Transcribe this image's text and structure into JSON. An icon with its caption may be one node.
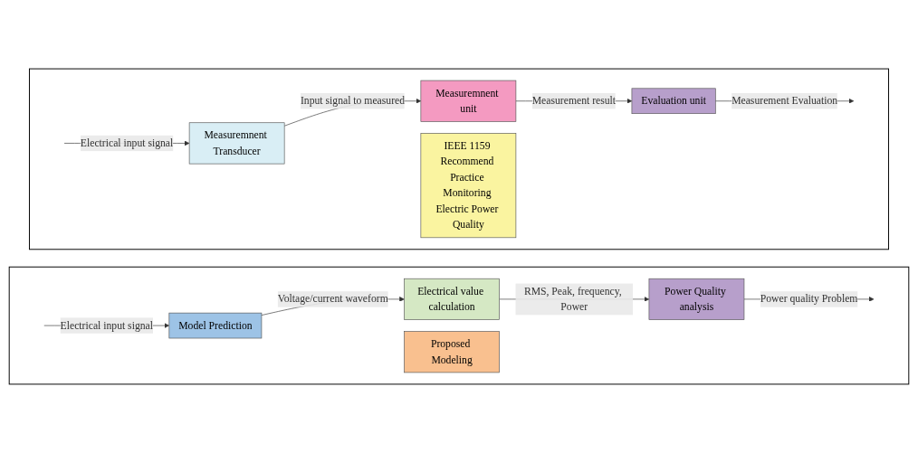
{
  "diagram": {
    "nodes": [
      {
        "text": [],
        "shape": "box"
      },
      {
        "text": [
          "Measuremnent Transducer"
        ],
        "in": 0
      },
      {
        "text": [
          "Measuremnent unit"
        ],
        "in": 0
      },
      {
        "text": [
          "Evaluation unit"
        ],
        "in": 0
      },
      {
        "text": [
          "IEEE 1159 Recommend Practice Monitoring Electric Power Quality"
        ],
        "in": 0
      },
      {
        "text": [],
        "shape": "box"
      },
      {
        "text": [
          "Model Prediction"
        ],
        "in": 5
      },
      {
        "text": [
          "Electrical value calculation"
        ],
        "in": 5
      },
      {
        "text": [
          "Power Quality analysis"
        ],
        "in": 5
      },
      {
        "text": [
          "Proposed Modeling"
        ],
        "in": 5
      }
    ],
    "edges": [
      {
        "from": null,
        "to": 1,
        "arrow": "to",
        "label": "Electrical input signal"
      },
      {
        "from": 1,
        "to": 2,
        "arrow": "to",
        "label": "Input signal to measured"
      },
      {
        "from": 2,
        "to": 3,
        "arrow": "to",
        "label": "Measurement result"
      },
      {
        "from": 3,
        "to": null,
        "arrow": "to",
        "label": "Measurement Evaluation"
      },
      {
        "from": null,
        "to": 6,
        "arrow": "to",
        "label": "Electrical input signal"
      },
      {
        "from": 6,
        "to": 7,
        "arrow": "to",
        "label": "Voltage/current waveform"
      },
      {
        "from": 7,
        "to": 8,
        "arrow": "to",
        "label": "RMS, Peak, frequency, Power"
      },
      {
        "from": 8,
        "to": null,
        "arrow": "to",
        "label": "Power quality Problem"
      }
    ]
  }
}
